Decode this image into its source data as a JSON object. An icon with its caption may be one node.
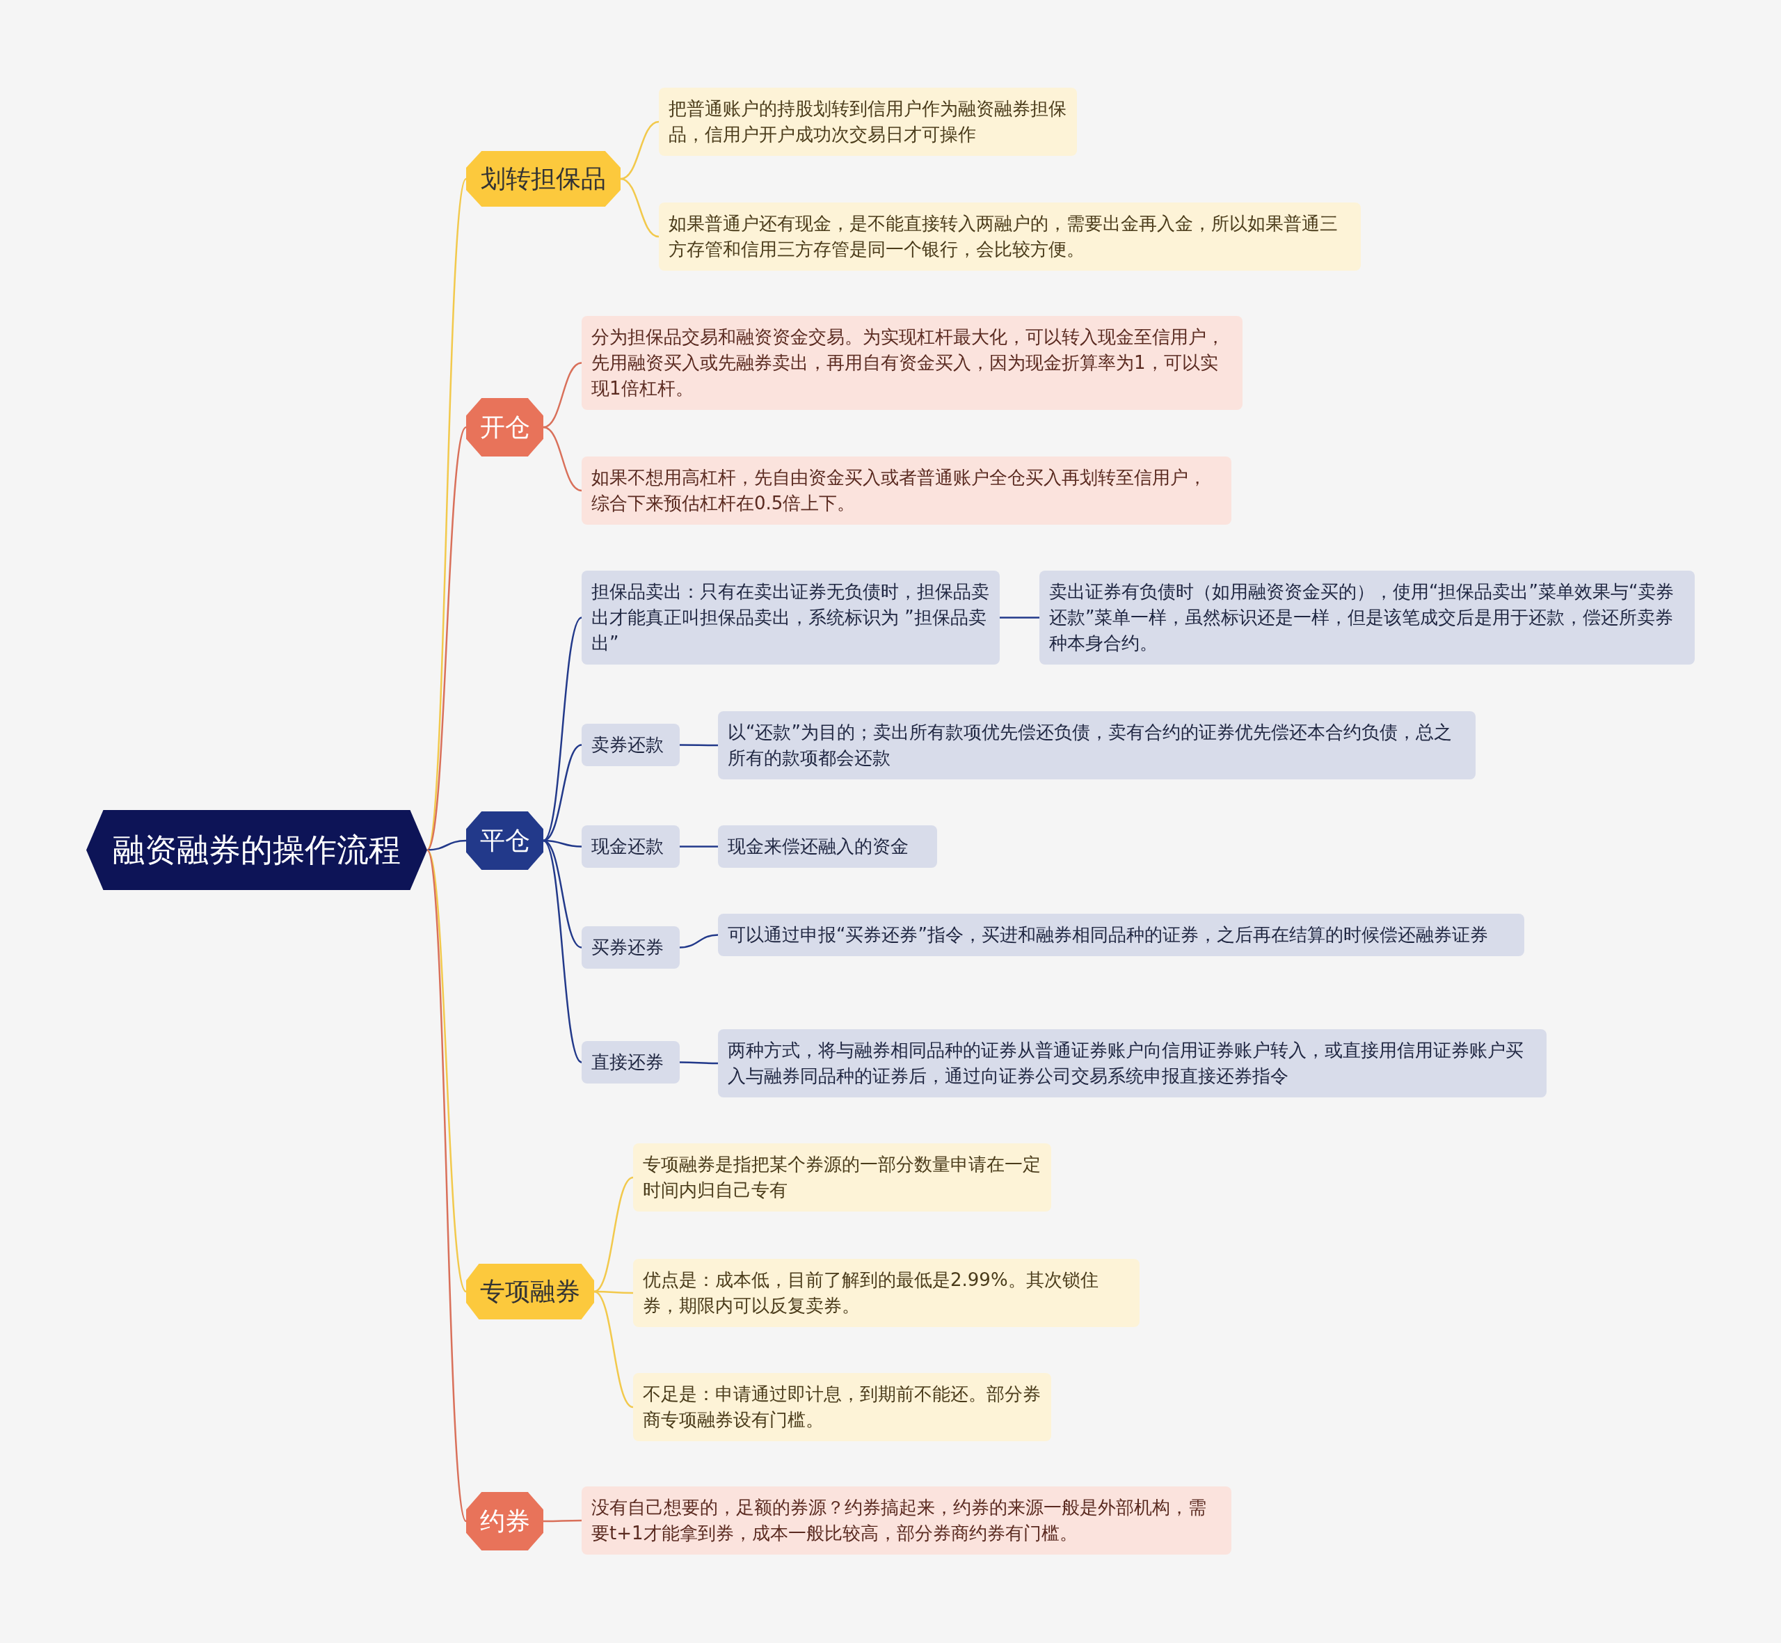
{
  "diagram": {
    "nodes": [
      {
        "text": [
          "融资融券的操作流程"
        ]
      },
      {
        "text": [
          "划转担保品"
        ]
      },
      {
        "text": [
          "把普通账户的持股划转到信用户作为融资融券担保品，信用户开户成功次交易日才可操作"
        ]
      },
      {
        "text": [
          "如果普通户还有现金，是不能直接转入两融户的，需要出金再入金，所以如果普通三方存管和信用三方存管是同一个银行，会比较方便。"
        ]
      },
      {
        "text": [
          "开仓"
        ]
      },
      {
        "text": [
          "分为担保品交易和融资资金交易。为实现杠杆最大化，可以转入现金至信用户，先用融资买入或先融券卖出，再用自有资金买入，因为现金折算率为1，可以实现1倍杠杆。"
        ]
      },
      {
        "text": [
          "如果不想用高杠杆，先自由资金买入或者普通账户全仓买入再划转至信用户，综合下来预估杠杆在0.5倍上下。"
        ]
      },
      {
        "text": [
          "平仓"
        ]
      },
      {
        "text": [
          "担保品卖出：只有在卖出证券无负债时，担保品卖出才能真正叫担保品卖出，系统标识为 ”担保品卖出”"
        ]
      },
      {
        "text": [
          "卖出证券有负债时（如用融资资金买的），使用“担保品卖出”菜单效果与“卖券还款”菜单一样，虽然标识还是一样，但是该笔成交后是用于还款，偿还所卖券种本身合约。"
        ]
      },
      {
        "text": [
          "卖券还款"
        ]
      },
      {
        "text": [
          "以“还款”为目的；卖出所有款项优先偿还负债，卖有合约的证券优先偿还本合约负债，总之所有的款项都会还款"
        ]
      },
      {
        "text": [
          "现金还款"
        ]
      },
      {
        "text": [
          "现金来偿还融入的资金"
        ]
      },
      {
        "text": [
          "买券还券"
        ]
      },
      {
        "text": [
          "可以通过申报“买券还券”指令，买进和融券相同品种的证券，之后再在结算的时候偿还融券证券"
        ]
      },
      {
        "text": [
          "直接还券"
        ]
      },
      {
        "text": [
          "两种方式，将与融券相同品种的证券从普通证券账户向信用证券账户转入，或直接用信用证券账户买入与融券同品种的证券后，通过向证券公司交易系统申报直接还券指令"
        ]
      },
      {
        "text": [
          "专项融券"
        ]
      },
      {
        "text": [
          "专项融券是指把某个券源的一部分数量申请在一定时间内归自己专有"
        ]
      },
      {
        "text": [
          "优点是：成本低，目前了解到的最低是2.99%。其次锁住券，期限内可以反复卖券。"
        ]
      },
      {
        "text": [
          "不足是：申请通过即计息，到期前不能还。部分券商专项融券设有门槛。"
        ]
      },
      {
        "text": [
          "约券"
        ]
      },
      {
        "text": [
          "没有自己想要的，足额的券源？约券搞起来，约券的来源一般是外部机构，需要t+1才能拿到券，成本一般比较高，部分券商约券有门槛。"
        ]
      }
    ],
    "edges": [
      {
        "from": 0,
        "to": 1,
        "arrow": "none",
        "color": "#f2c94c"
      },
      {
        "from": 1,
        "to": 2,
        "arrow": "none",
        "color": "#f2c94c"
      },
      {
        "from": 1,
        "to": 3,
        "arrow": "none",
        "color": "#f2c94c"
      },
      {
        "from": 0,
        "to": 4,
        "arrow": "none",
        "color": "#d9705a"
      },
      {
        "from": 4,
        "to": 5,
        "arrow": "none",
        "color": "#d9705a"
      },
      {
        "from": 4,
        "to": 6,
        "arrow": "none",
        "color": "#d9705a"
      },
      {
        "from": 0,
        "to": 7,
        "arrow": "none",
        "color": "#22398a"
      },
      {
        "from": 7,
        "to": 8,
        "arrow": "none",
        "color": "#22398a"
      },
      {
        "from": 8,
        "to": 9,
        "arrow": "none",
        "color": "#22398a"
      },
      {
        "from": 7,
        "to": 10,
        "arrow": "none",
        "color": "#22398a"
      },
      {
        "from": 10,
        "to": 11,
        "arrow": "none",
        "color": "#22398a"
      },
      {
        "from": 7,
        "to": 12,
        "arrow": "none",
        "color": "#22398a"
      },
      {
        "from": 12,
        "to": 13,
        "arrow": "none",
        "color": "#22398a"
      },
      {
        "from": 7,
        "to": 14,
        "arrow": "none",
        "color": "#22398a"
      },
      {
        "from": 14,
        "to": 15,
        "arrow": "none",
        "color": "#22398a"
      },
      {
        "from": 7,
        "to": 16,
        "arrow": "none",
        "color": "#22398a"
      },
      {
        "from": 16,
        "to": 17,
        "arrow": "none",
        "color": "#22398a"
      },
      {
        "from": 0,
        "to": 18,
        "arrow": "none",
        "color": "#f2c94c"
      },
      {
        "from": 18,
        "to": 19,
        "arrow": "none",
        "color": "#f2c94c"
      },
      {
        "from": 18,
        "to": 20,
        "arrow": "none",
        "color": "#f2c94c"
      },
      {
        "from": 18,
        "to": 21,
        "arrow": "none",
        "color": "#f2c94c"
      },
      {
        "from": 0,
        "to": 22,
        "arrow": "none",
        "color": "#d9705a"
      },
      {
        "from": 22,
        "to": 23,
        "arrow": "none",
        "color": "#d9705a"
      }
    ]
  }
}
